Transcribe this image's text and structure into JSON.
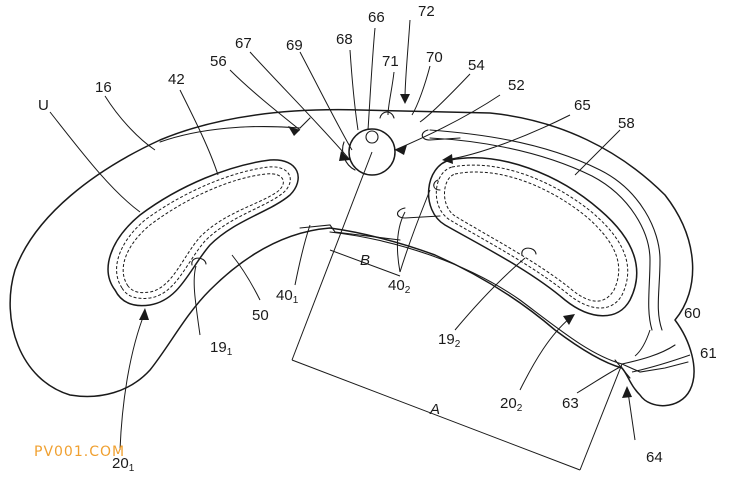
{
  "labels": {
    "l16": "16",
    "l42": "42",
    "l56": "56",
    "l67": "67",
    "l69": "69",
    "l68": "68",
    "l66": "66",
    "l72": "72",
    "l71": "71",
    "l70": "70",
    "l54": "54",
    "l52": "52",
    "l65": "65",
    "l58": "58",
    "lU": "U",
    "lB": "B",
    "lA": "A",
    "l40a": "40",
    "l40a_sub": "1",
    "l40b": "40",
    "l40b_sub": "2",
    "l19a": "19",
    "l19a_sub": "1",
    "l19b": "19",
    "l19b_sub": "2",
    "l50": "50",
    "l20a": "20",
    "l20a_sub": "1",
    "l20b": "20",
    "l20b_sub": "2",
    "l60": "60",
    "l61": "61",
    "l63": "63",
    "l64": "64"
  },
  "watermark": {
    "text": "PV001.COM",
    "color": "#f0a030"
  }
}
